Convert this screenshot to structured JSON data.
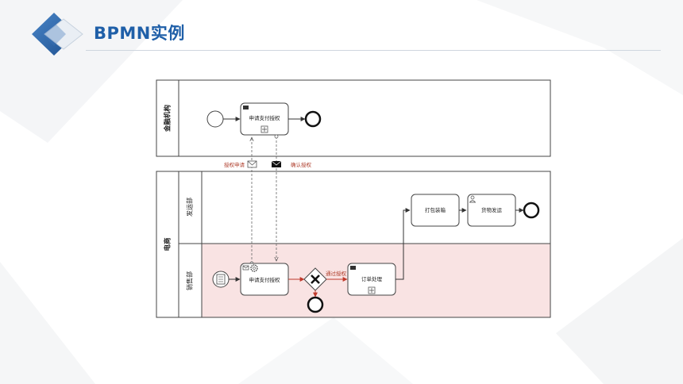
{
  "slide": {
    "title": "BPMN实例"
  },
  "colors": {
    "title": "#1f5fa8",
    "flow_red": "#c0392b",
    "pool_highlight": "#f9e3e3"
  },
  "diagram": {
    "pools": {
      "finance": {
        "label": "金融机构"
      },
      "ecommerce": {
        "label": "电商"
      }
    },
    "lanes": {
      "shipping": {
        "label": "发运部"
      },
      "sales": {
        "label": "销售部"
      }
    },
    "tasks": {
      "finance_apply": {
        "label": "申请支付授权",
        "icon": "task-type-icon",
        "marker": "subprocess-marker"
      },
      "sales_apply": {
        "label": "申请支付授权",
        "icon": "send-task-icon"
      },
      "order_process": {
        "label": "订单处理",
        "icon": "task-type-icon",
        "marker": "subprocess-marker"
      },
      "pack": {
        "label": "打包装箱"
      },
      "ship": {
        "label": "货物发运",
        "icon": "user-task-icon"
      }
    },
    "messages": {
      "auth_request": {
        "label": "授权申请"
      },
      "confirm_auth": {
        "label": "确认授权"
      }
    },
    "flows": {
      "approved": {
        "label": "通过授权"
      }
    }
  }
}
